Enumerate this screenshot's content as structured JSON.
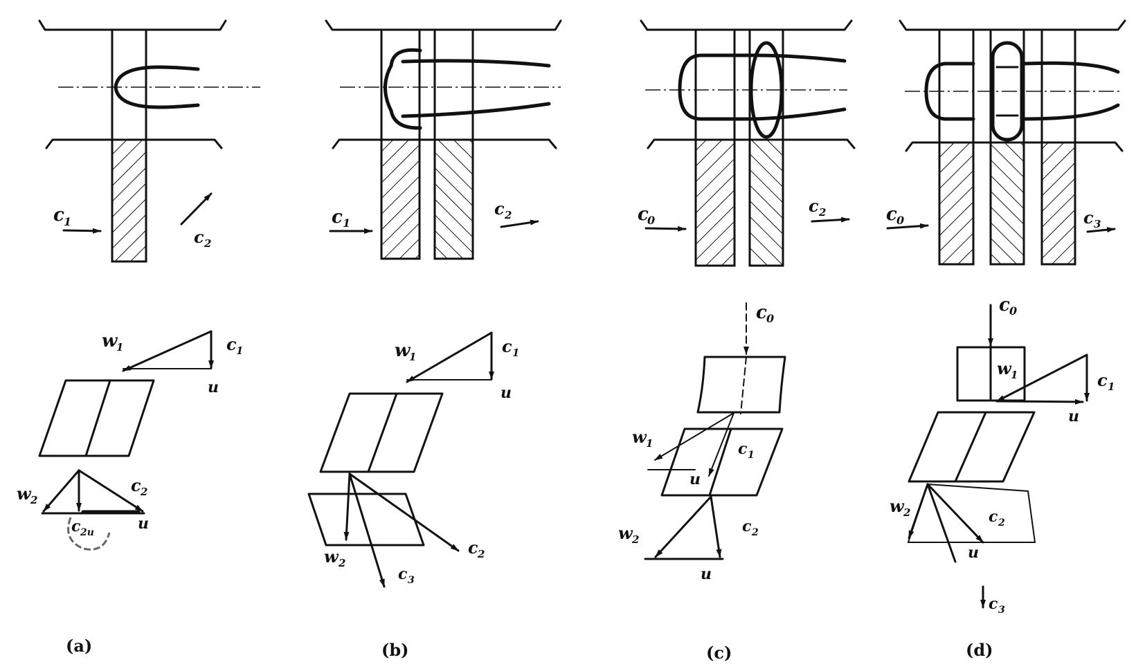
{
  "panels": {
    "a": {
      "caption": "(a)",
      "top_flow_labels": [
        "c",
        "1",
        "c",
        "2"
      ],
      "triangle_labels": [
        "w",
        "1",
        "c",
        "1",
        "u",
        "w",
        "2",
        "c",
        "2",
        "c",
        "2u",
        "u"
      ]
    },
    "b": {
      "caption": "(b)",
      "top_flow_labels": [
        "c",
        "1",
        "c",
        "2"
      ],
      "triangle_labels": [
        "w",
        "1",
        "c",
        "1",
        "u",
        "w",
        "2",
        "c",
        "3",
        "c",
        "2"
      ]
    },
    "c": {
      "caption": "(c)",
      "top_flow_labels": [
        "c",
        "0",
        "c",
        "2"
      ],
      "triangle_labels": [
        "c",
        "0",
        "w",
        "1",
        "c",
        "1",
        "u",
        "w",
        "2",
        "c",
        "2",
        "u"
      ]
    },
    "d": {
      "caption": "(d)",
      "top_flow_labels": [
        "c",
        "0",
        "c",
        "3"
      ],
      "triangle_labels": [
        "c",
        "0",
        "w",
        "1",
        "c",
        "1",
        "u",
        "w",
        "2",
        "c",
        "2",
        "u",
        "c",
        "3"
      ]
    }
  },
  "colors": {
    "ink": "#111111",
    "paper": "#ffffff"
  }
}
